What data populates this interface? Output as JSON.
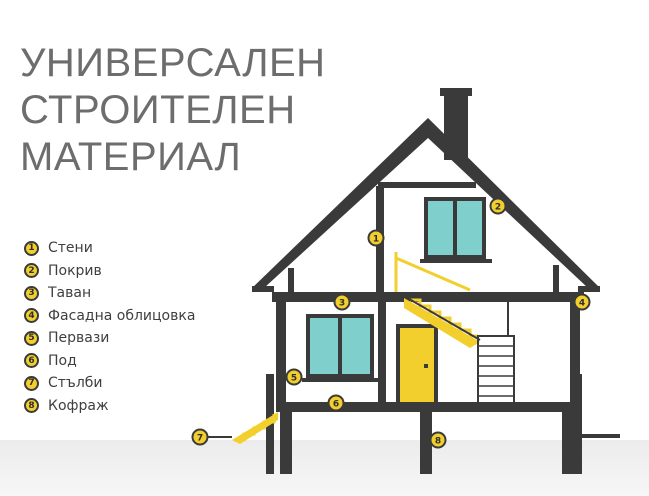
{
  "title": {
    "line1": "УНИВЕРСАЛЕН",
    "line2": "СТРОИТЕЛЕН",
    "line3": "МАТЕРИАЛ"
  },
  "legend": [
    {
      "num": "1",
      "label": "Стени"
    },
    {
      "num": "2",
      "label": "Покрив"
    },
    {
      "num": "3",
      "label": "Таван"
    },
    {
      "num": "4",
      "label": "Фасадна облицовка"
    },
    {
      "num": "5",
      "label": "Первази"
    },
    {
      "num": "6",
      "label": "Под"
    },
    {
      "num": "7",
      "label": "Стълби"
    },
    {
      "num": "8",
      "label": "Кофраж"
    }
  ],
  "markers": {
    "m1": "1",
    "m2": "2",
    "m3": "3",
    "m4": "4",
    "m5": "5",
    "m6": "6",
    "m7": "7",
    "m8": "8"
  },
  "colors": {
    "structure": "#3a3a3a",
    "accent": "#f2cf2c",
    "window": "#7fd0cc",
    "title_text": "#6d6d6d"
  }
}
